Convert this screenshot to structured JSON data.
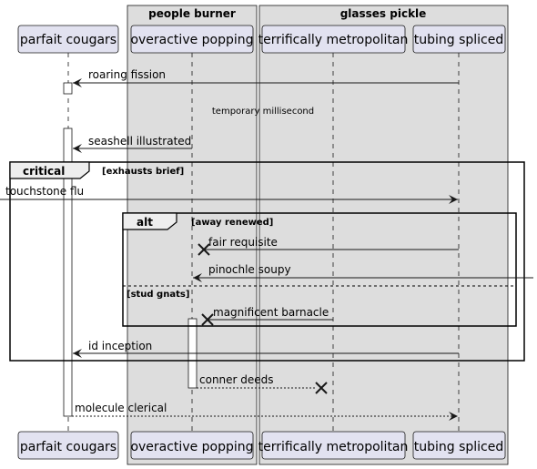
{
  "boxes": {
    "people_burner": "people burner",
    "glasses_pickle": "glasses pickle"
  },
  "participants": {
    "parfait_cougars": "parfait cougars",
    "overactive_popping": "overactive popping",
    "terrifically_metropolitan": "terrifically metropolitan",
    "tubing_spliced": "tubing spliced"
  },
  "messages": {
    "m1": "roaring fission",
    "m2": "seashell illustrated",
    "m3": "touchstone flu",
    "m4": "fair requisite",
    "m5": "pinochle soupy",
    "m6": "magnificent barnacle",
    "m7": "id inception",
    "m8": "conner deeds",
    "m9": "molecule clerical"
  },
  "delay": "temporary millisecond",
  "fragments": {
    "critical": {
      "keyword": "critical",
      "guard": "[exhausts brief]"
    },
    "alt": {
      "keyword": "alt",
      "guard": "[away renewed]",
      "else_guard": "[stud gnats]"
    }
  },
  "colors": {
    "participant_fill": "#e2e2f0",
    "box_fill": "#dddddd",
    "line": "#181818"
  }
}
